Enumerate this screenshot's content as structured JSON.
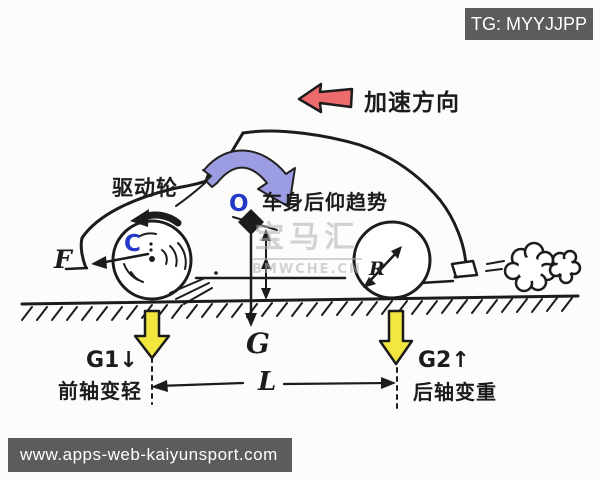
{
  "watermarks": {
    "tg": "TG: MYYJJPP",
    "site": "www.apps-web-kaiyunsport.com",
    "brand_cn": "宝马汇",
    "brand_site": "BMWCHE.CN"
  },
  "annotations": {
    "acceleration_direction": "加速方向",
    "drive_wheel": "驱动轮",
    "body_pitch_tendency": "车身后仰趋势",
    "front_axle_lighter": "前轴变轻",
    "rear_axle_heavier": "后轴变重",
    "front_axle_load": "G1↓",
    "rear_axle_load": "G2↑",
    "gravity": "G",
    "wheelbase": "L",
    "drive_force": "F",
    "wheel_center": "C",
    "center_of_mass": "O",
    "wheel_radius": "R"
  },
  "colors": {
    "ink": "#1c1c1c",
    "accent_red": "#ed6a6d",
    "accent_blue": "#9c9ce2",
    "accent_yellow": "#f1e73e",
    "label_blue": "#2438c8",
    "badge_bg": "#5c5c5c",
    "watermark_gray": "#b0b0b0"
  }
}
